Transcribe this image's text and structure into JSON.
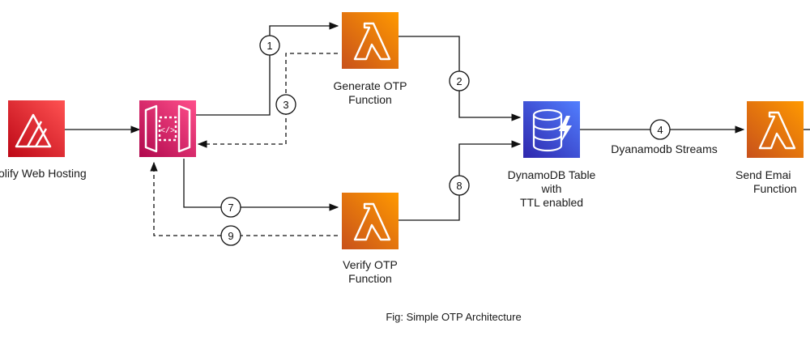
{
  "nodes": {
    "amplify": {
      "label": "olify Web Hosting",
      "icon": "amplify-icon",
      "color": "#dd344c"
    },
    "api_gateway": {
      "icon": "api-gateway-icon",
      "color": "#d6246e"
    },
    "generate_otp": {
      "label_line1": "Generate OTP",
      "label_line2": "Function",
      "icon": "lambda-icon",
      "color": "#ed7100"
    },
    "verify_otp": {
      "label_line1": "Verify OTP",
      "label_line2": "Function",
      "icon": "lambda-icon",
      "color": "#ed7100"
    },
    "dynamodb": {
      "label_line1": "DynamoDB Table",
      "label_line2": "with",
      "label_line3": "TTL enabled",
      "icon": "dynamodb-icon",
      "color": "#3b48cc"
    },
    "send_email": {
      "label_line1": "Send Emai",
      "label_line2": "Function",
      "icon": "lambda-icon",
      "color": "#ed7100"
    }
  },
  "edge_labels": {
    "streams": "Dyanamodb Streams"
  },
  "steps": [
    "1",
    "2",
    "3",
    "4",
    "7",
    "8",
    "9"
  ],
  "caption": "Fig: Simple OTP Architecture"
}
